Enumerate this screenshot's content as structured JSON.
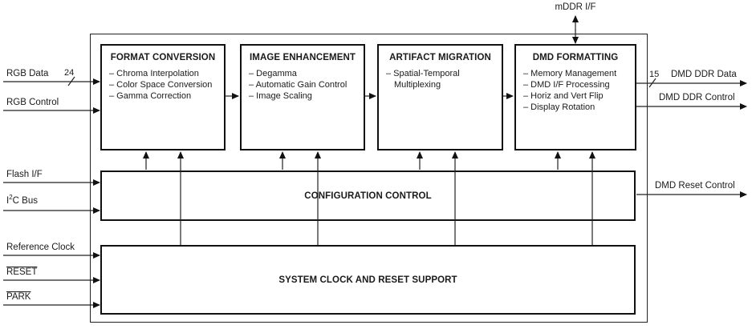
{
  "diagram": {
    "top_label": "mDDR I/F",
    "blocks": {
      "format_conversion": {
        "title": "FORMAT CONVERSION",
        "items": [
          "– Chroma Interpolation",
          "– Color Space Conversion",
          "– Gamma Correction"
        ]
      },
      "image_enhancement": {
        "title": "IMAGE ENHANCEMENT",
        "items": [
          "– Degamma",
          "– Automatic Gain Control",
          "– Image Scaling"
        ]
      },
      "artifact_migration": {
        "title": "ARTIFACT MIGRATION",
        "items": [
          "– Spatial-Temporal Multiplexing"
        ]
      },
      "dmd_formatting": {
        "title": "DMD FORMATTING",
        "items": [
          "– Memory Management",
          "– DMD I/F Processing",
          "– Horiz and Vert Flip",
          "– Display Rotation"
        ]
      },
      "configuration_control": {
        "title": "CONFIGURATION CONTROL"
      },
      "system_clock": {
        "title": "SYSTEM CLOCK AND RESET SUPPORT"
      }
    },
    "inputs": {
      "rgb_data": {
        "label": "RGB Data",
        "bus_width": "24"
      },
      "rgb_control": {
        "label": "RGB Control"
      },
      "flash": {
        "label": "Flash I/F"
      },
      "i2c": {
        "pre": "I",
        "sup": "2",
        "post": "C Bus"
      },
      "reference_clock": {
        "label": "Reference Clock"
      },
      "reset": {
        "label": "RESET"
      },
      "park": {
        "label": "PARK"
      }
    },
    "outputs": {
      "dmd_ddr_data": {
        "label": "DMD DDR Data",
        "bus_width": "15"
      },
      "dmd_ddr_control": {
        "label": "DMD DDR Control"
      },
      "dmd_reset_control": {
        "label": "DMD Reset Control"
      }
    },
    "colors": {
      "line": "#111111",
      "background": "#ffffff"
    }
  }
}
